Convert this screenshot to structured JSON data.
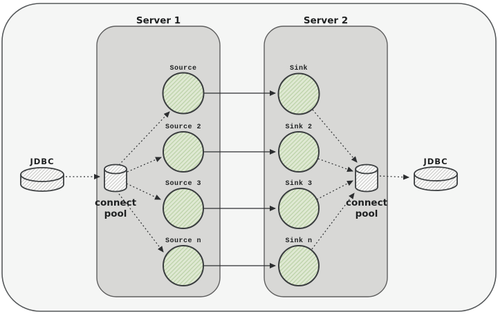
{
  "servers": [
    {
      "title": "Server 1"
    },
    {
      "title": "Server 2"
    }
  ],
  "sources": [
    "Source",
    "Source 2",
    "Source 3",
    "Source n"
  ],
  "sinks": [
    "Sink",
    "Sink 2",
    "Sink 3",
    "Sink n"
  ],
  "jdbc": {
    "left": "JDBC",
    "right": "JDBC"
  },
  "pools": {
    "left": {
      "line1": "connect",
      "line2": "pool"
    },
    "right": {
      "line1": "connect",
      "line2": "pool"
    }
  },
  "colors": {
    "outer_fill": "#f5f6f5",
    "server_fill": "#d8d8d6",
    "node_fill": "#dfe9d3",
    "node_hatch": "#bcd2a8",
    "cylinder_fill": "#fcfcfb",
    "cylinder_hatch": "#c9c9c7",
    "stroke_dark": "#3a3d3f",
    "arrow": "#2c2e30"
  }
}
